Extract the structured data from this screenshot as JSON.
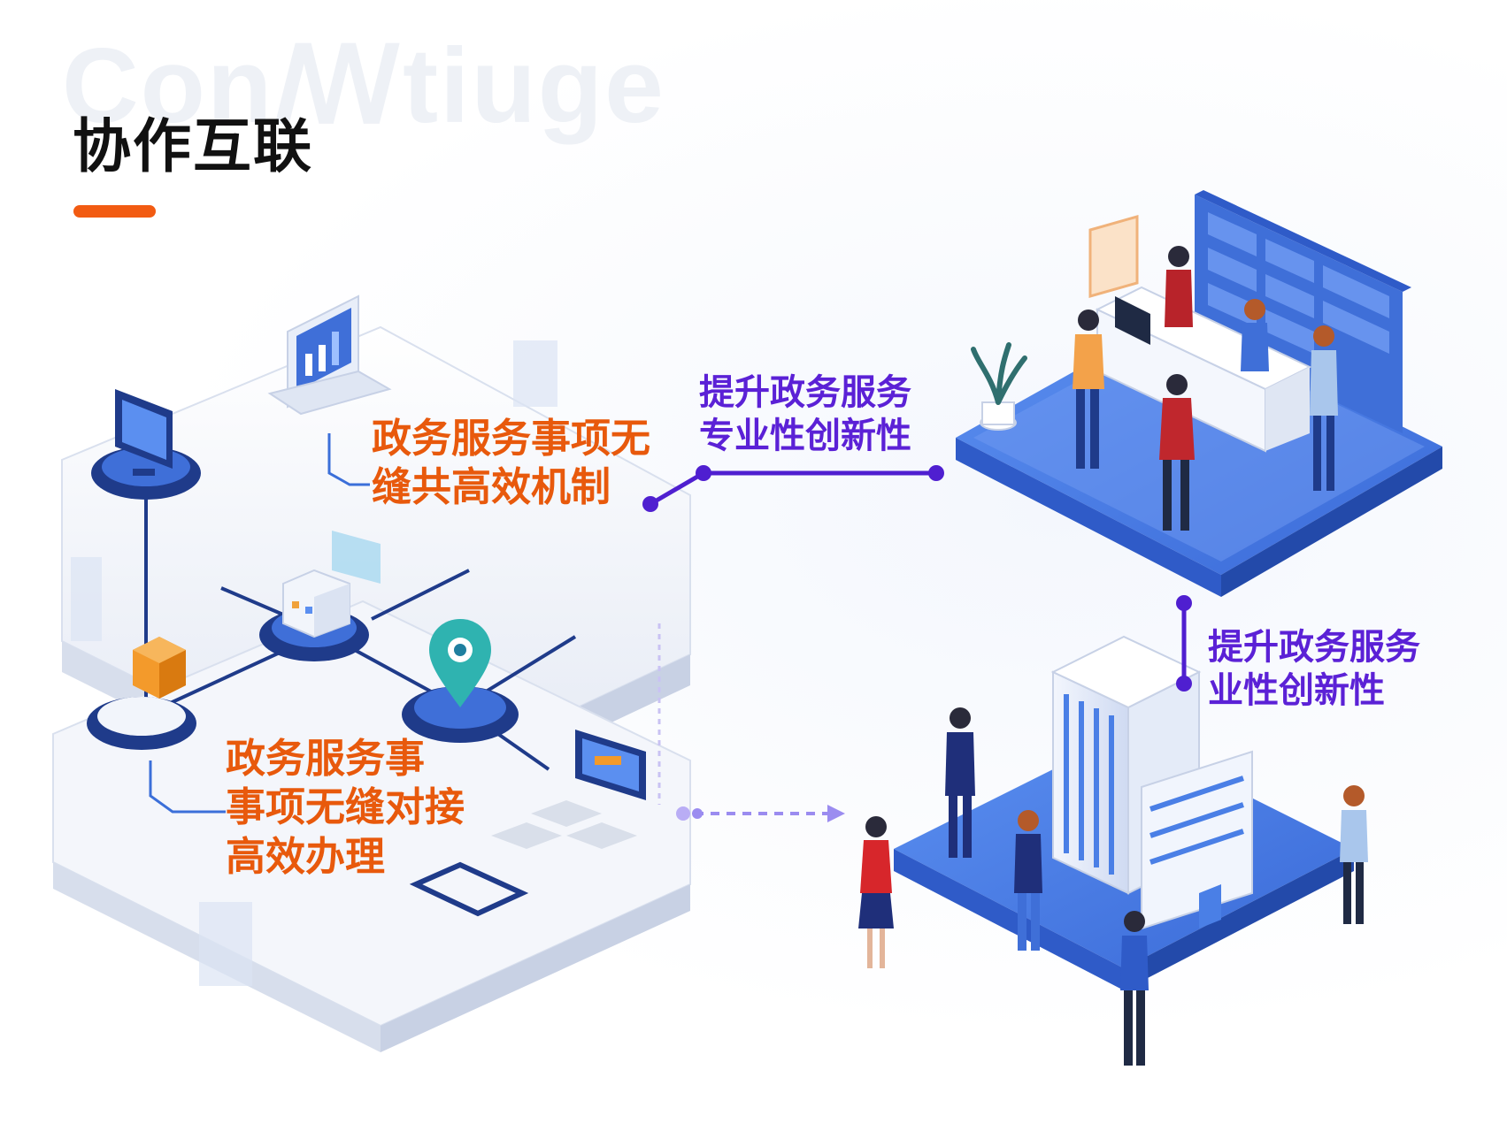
{
  "page": {
    "watermark": "Conꟿtiuge",
    "title": "协作互联",
    "accent_color": "#f25b12"
  },
  "labels": {
    "mechanism": [
      "政务服务事项无",
      "缝共高效机制"
    ],
    "handling": [
      "政务服务事",
      "事项无缝对接",
      "高效办理"
    ],
    "innovation_professional": [
      "提升政务服务",
      "专业性创新性"
    ],
    "innovation_business": [
      "提升政务服务",
      "业性创新性"
    ]
  },
  "colors": {
    "label_orange": "#e8590c",
    "label_purple": "#5b21d6",
    "connector": "#4f1fd0",
    "platform_blue": "#4a7fe6",
    "dark_navy": "#1f3b8a"
  },
  "icons": [
    "monitor-icon",
    "laptop-icon",
    "server-icon",
    "package-icon",
    "location-pin-icon",
    "building-icon",
    "service-counter-icon",
    "person-icon",
    "plant-icon"
  ]
}
